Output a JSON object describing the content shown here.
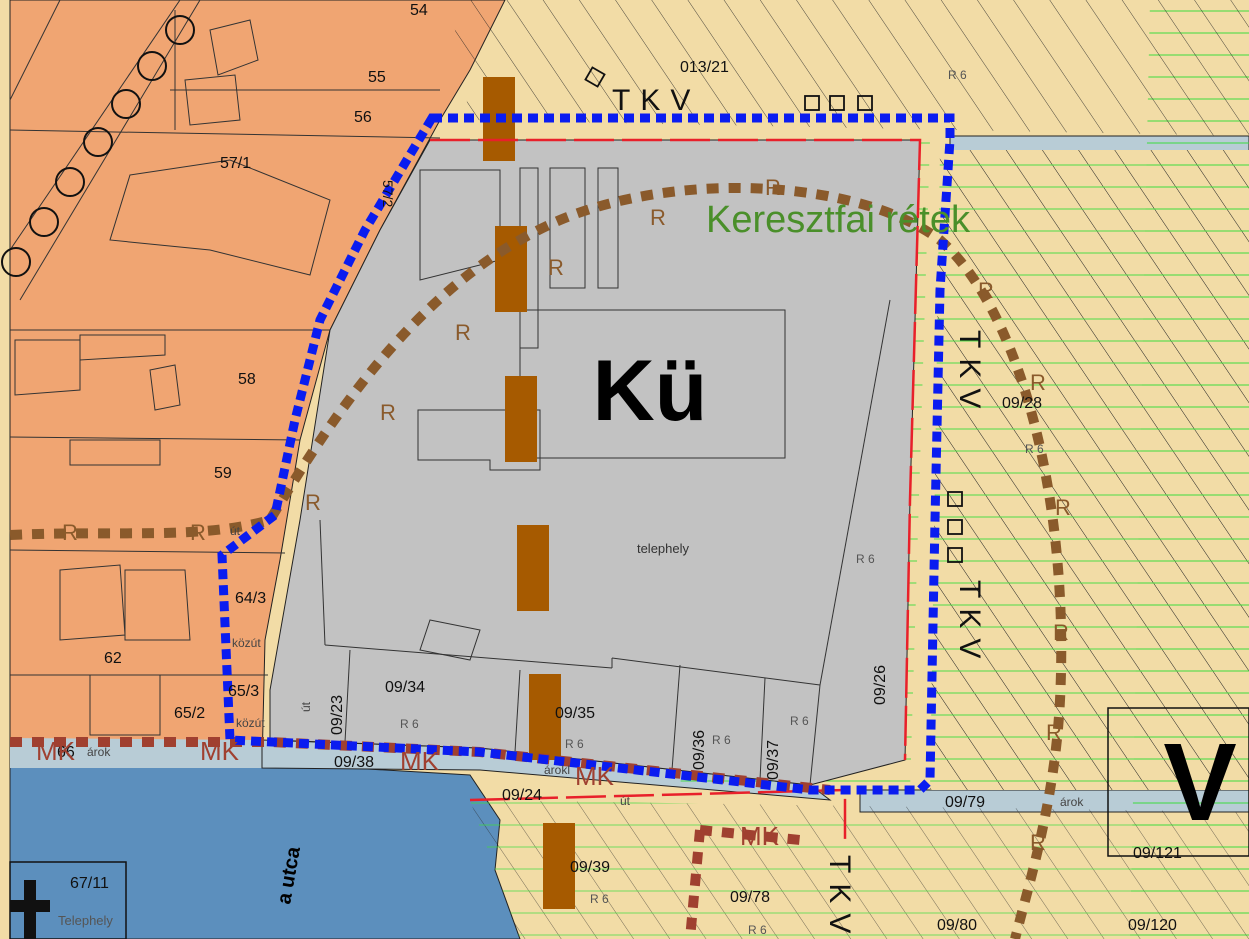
{
  "map": {
    "zone_label": "Kü",
    "zone_label_right": "V",
    "place_name": "Keresztfai rétek",
    "site_label": "telephely",
    "bottom_left_label": "Telephely",
    "street_fragment": "a utca",
    "regulation_code": "R 6",
    "lot_labels": {
      "p54": "54",
      "p55": "55",
      "p56": "56",
      "p57_1": "57/1",
      "p57_x": "57/2",
      "p58": "58",
      "p59": "59",
      "p62": "62",
      "p64_3": "64/3",
      "p65_3": "65/3",
      "p65_2": "65/2",
      "p66": "66",
      "p67_11": "67/11",
      "p013_21": "013/21",
      "p09_28": "09/28",
      "p09_26": "09/26",
      "p09_23": "09/23",
      "p09_34": "09/34",
      "p09_35": "09/35",
      "p09_36": "09/36",
      "p09_37": "09/37",
      "p09_38": "09/38",
      "p09_24": "09/24",
      "p09_39": "09/39",
      "p09_78": "09/78",
      "p09_79": "09/79",
      "p09_80": "09/80",
      "p09_120": "09/120",
      "p09_121": "09/121"
    },
    "road_labels": {
      "ut": "út",
      "kozut": "közút",
      "arok": "árok",
      "arokl": "árokl"
    },
    "line_letters": {
      "tkv": "TKV",
      "r": "R",
      "mk": "MK"
    },
    "colors": {
      "residential": "#f0a572",
      "agricultural": "#f2dca6",
      "industrial": "#c2c2c2",
      "water": "#5c8fbd",
      "ditch": "#b8ccd6",
      "boundary_blue": "#0a1cf0",
      "dotted_brown": "#8a5a2b",
      "tree_bar": "#a65a00",
      "red_line": "#e8202a",
      "grid_green": "#3ddc3d"
    }
  }
}
